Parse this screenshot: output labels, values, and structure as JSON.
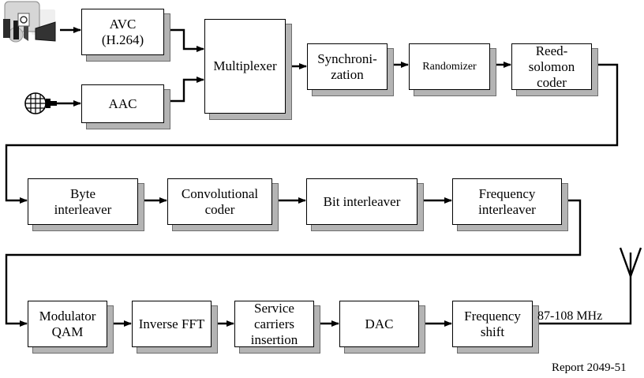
{
  "blocks": {
    "avc": "AVC\n(H.264)",
    "aac": "AAC",
    "multiplexer": "Multiplexer",
    "synchronization": "Synchroni-\nzation",
    "randomizer": "Randomizer",
    "reed_solomon": "Reed-\nsolomon\ncoder",
    "byte_interleaver": "Byte\ninterleaver",
    "convolutional_coder": "Convolutional\ncoder",
    "bit_interleaver": "Bit interleaver",
    "frequency_interleaver": "Frequency\ninterleaver",
    "modulator_qam": "Modulator\nQAM",
    "inverse_fft": "Inverse FFT",
    "service_carriers": "Service\ncarriers\ninsertion",
    "dac": "DAC",
    "frequency_shift": "Frequency\nshift"
  },
  "output_band": "87-108 MHz",
  "report_label": "Report 2049-51",
  "icons": {
    "video_source": "video-camera-icon",
    "audio_source": "microphone-icon",
    "output": "antenna-icon"
  },
  "colors": {
    "line": "#000000",
    "block_fill": "#ffffff",
    "block_shadow": "#b4b4b4"
  }
}
